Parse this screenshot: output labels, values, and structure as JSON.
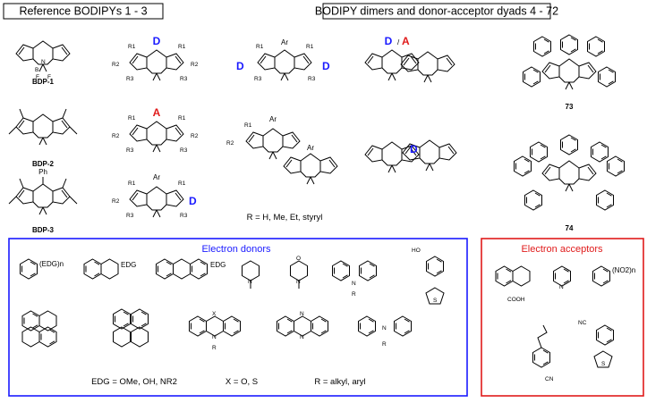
{
  "header": {
    "reference": "Reference BODIPYs 1 - 3",
    "dimers": "BODIPY dimers and donor-acceptor dyads 4 - 72"
  },
  "labels": {
    "bdp1": "BDP-1",
    "bdp2": "BDP-2",
    "bdp3": "BDP-3",
    "c73": "73",
    "c74": "74",
    "ph": "Ph",
    "ar": "Ar",
    "d": "D",
    "a": "A",
    "da": "D/A",
    "r_note": "R = H, Me, Et, styryl"
  },
  "donors": {
    "title": "Electron donors",
    "edg": "EDG",
    "edg_n": "(EDG)n",
    "edg_note": "EDG = OMe, OH, NR2",
    "x_note": "X = O, S",
    "r_note": "R = alkyl, aryl",
    "x": "X",
    "n": "N",
    "r": "R",
    "ho": "HO",
    "s": "S"
  },
  "acceptors": {
    "title": "Electron acceptors",
    "cooh": "COOH",
    "no2": "(NO2)n",
    "cn": "CN",
    "nc": "NC",
    "n": "N",
    "s": "S"
  },
  "colors": {
    "donor_frame": "#1a1aff",
    "acceptor_frame": "#e01b1b"
  }
}
